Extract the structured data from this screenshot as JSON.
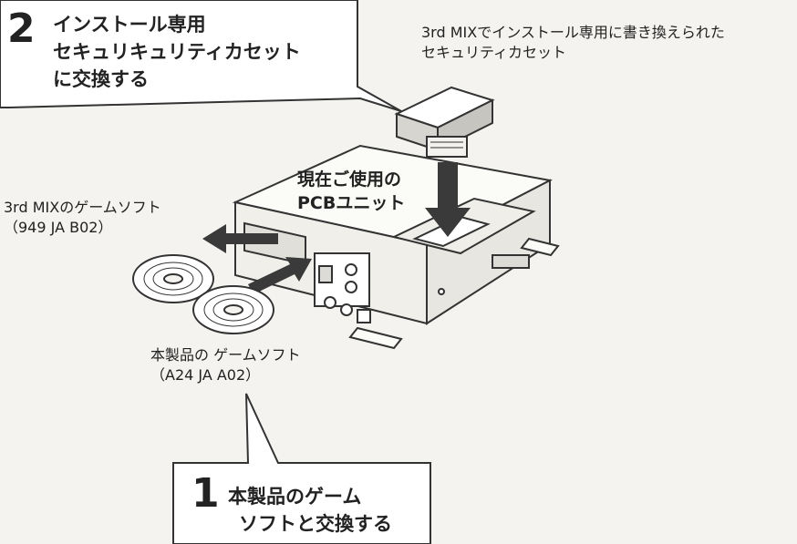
{
  "step2": {
    "number": "2",
    "line1": "インストール専用",
    "line2": "セキュリキュリティカセット",
    "line3": "に交換する"
  },
  "step1": {
    "number": "1",
    "line1": "本製品のゲーム",
    "line2": "ソフトと交換する"
  },
  "cassette_caption": {
    "line1": "3rd MIXでインストール専用に書き換えられた",
    "line2": "セキュリティカセット"
  },
  "pcb_label": {
    "line1": "現在ご使用の",
    "line2": "PCBユニット"
  },
  "old_soft": {
    "line1": "3rd MIXのゲームソフト",
    "line2": "（949 JA B02）"
  },
  "new_soft": {
    "line1": "本製品の ゲームソフト",
    "line2": "（A24 JA A02）"
  },
  "colors": {
    "background": "#f4f3ef",
    "line": "#333333",
    "arrow": "#3a3a3a",
    "callout_fill": "#ffffff"
  }
}
